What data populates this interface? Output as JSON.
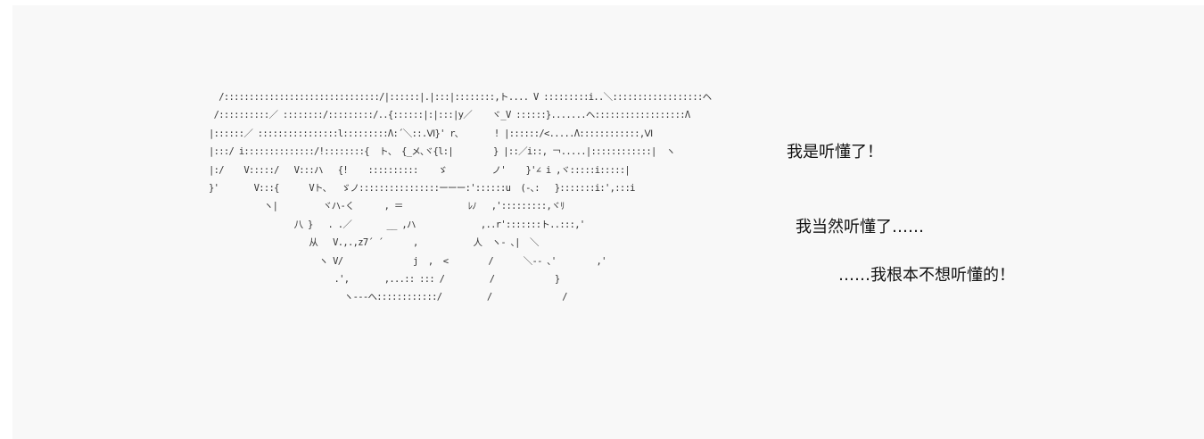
{
  "art": {
    "lines": [
      "  /:::::::::::::::::::::::::::::::/|::::::|.|:::|::::::::,ト.... V :::::::::i..＼::::::::::::::::::ヘ",
      " /::::::::::／ ::::::::/:::::::::/..{::::::|:|:::|y／    ヾ_V ::::::}.......ヘ::::::::::::::::::Λ",
      "|::::::／ ::::::::::::::::l:::::::::Λ:´＼::.Ⅵ}' r､       ! |::::::/<.....Λ::::::::::::,Ⅵ",
      "|:::/ i::::::::::::::/!::::::::{  ト、 {_メ､ヾ{l:|        } |::／i::, ￢.....|::::::::::::|  ヽ",
      "|:/    V:::::/   V:::ハ   {!    ::::::::::    ゞ         ノ'    }'∠ i ,ヾ:::::i:::::|",
      "}'       V:::{      Vト、  ゞノ::::::::::::::::ーーー:'::::::u  (-､:   }:::::::i:',:::i",
      "           ヽ|         ヾハ-く      , ＝             ﾚﾉ   ,':::::::::,ヾﾘ",
      "                 八 }   . .／       __ ,ハ             ,..r':::::::ト..:::,'",
      "                    从   V.,.,z7´ ´      ,           人  ヽ- ､|  ＼",
      "                      ヽ V/              j  ,  <        /      ＼-- ､'        ,'",
      "                         .',       ,...:: ::: /         /            }",
      "                           ヽ---へ::::::::::::/         /              /"
    ]
  },
  "captions": {
    "line_1": "我是听懂了！",
    "line_2": "我当然听懂了……",
    "line_3": "……我根本不想听懂的！"
  }
}
